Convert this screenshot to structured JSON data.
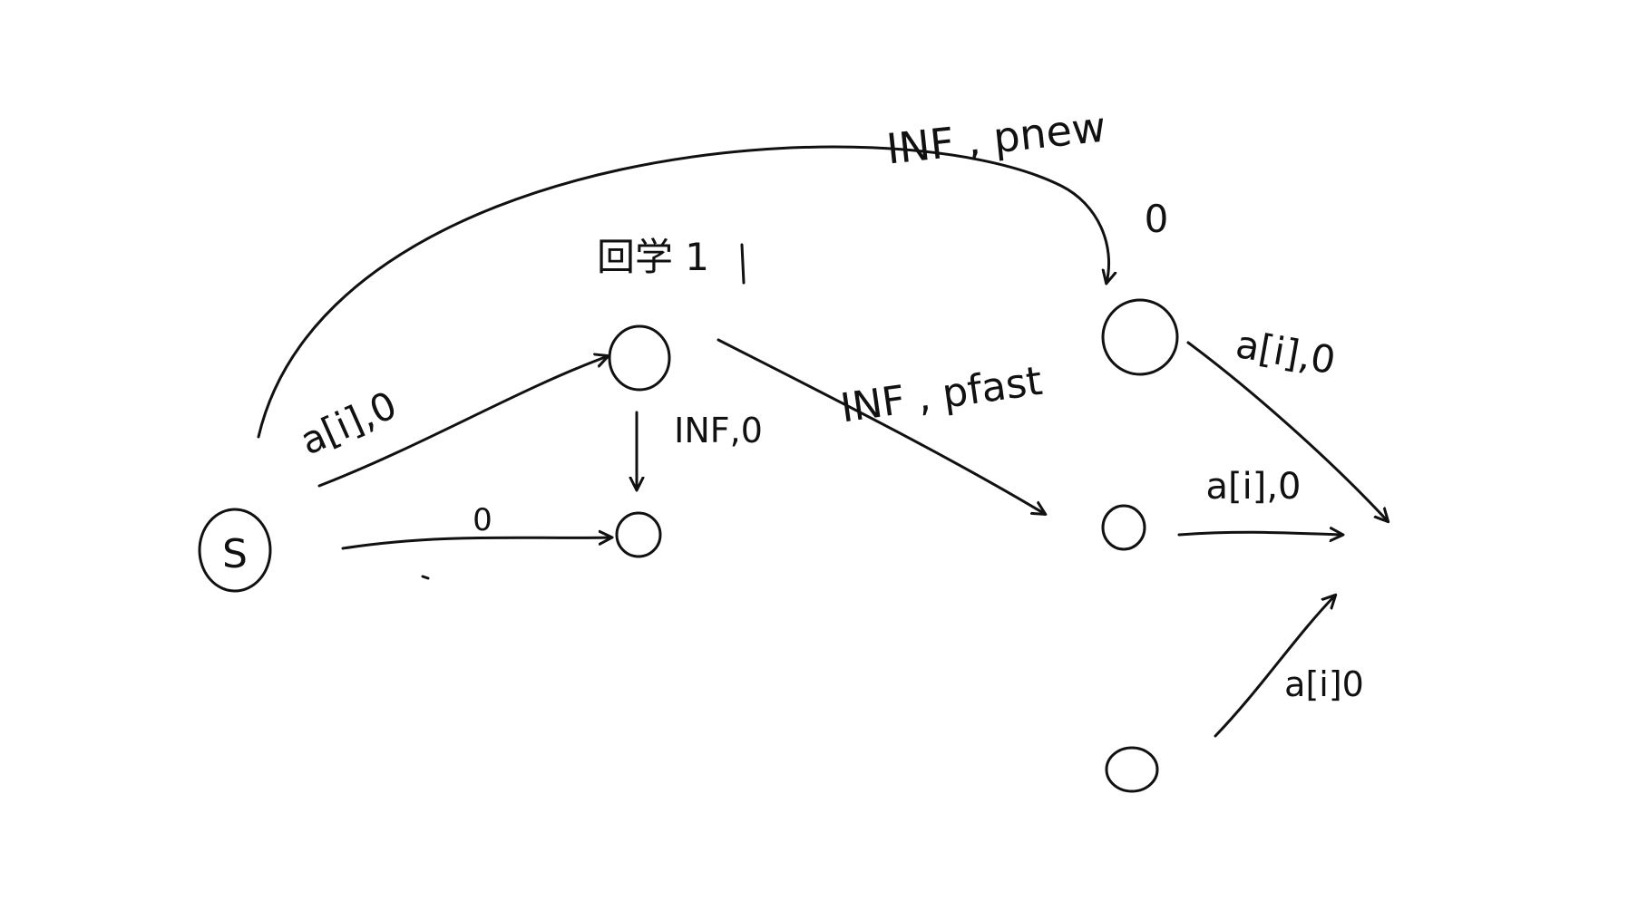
{
  "diagram": {
    "source_node_label": "S",
    "labels": {
      "top_arc": "INF , pnew",
      "top_right_node_value": "0",
      "middle_node_top": "回学 1",
      "s_to_middle_top": "a[i],0",
      "middle_vertical": "INF,0",
      "middle_to_right": "INF , pfast",
      "s_to_middle_bottom": "0",
      "right_top_edge": "a[i],0",
      "right_middle_edge": "a[i],0",
      "right_bottom_edge": "a[i]0"
    },
    "colors": {
      "ink": "#111111",
      "background": "#ffffff"
    }
  }
}
